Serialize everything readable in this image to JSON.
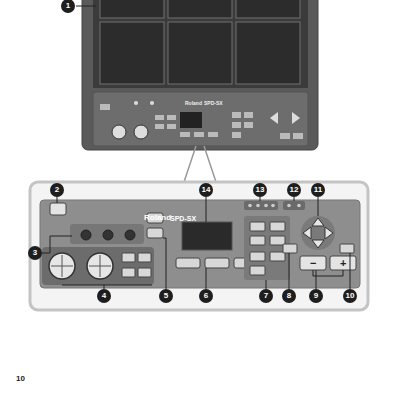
{
  "diagram": {
    "nodes": [
      {
        "text": [
          "1"
        ]
      },
      {
        "text": [
          "2"
        ]
      },
      {
        "text": [
          "3"
        ]
      },
      {
        "text": [
          "4"
        ]
      },
      {
        "text": [
          "5"
        ]
      },
      {
        "text": [
          "6"
        ]
      },
      {
        "text": [
          "7"
        ]
      },
      {
        "text": [
          "8"
        ]
      },
      {
        "text": [
          "9"
        ]
      },
      {
        "text": [
          "10"
        ]
      },
      {
        "text": [
          "11"
        ]
      },
      {
        "text": [
          "12"
        ]
      },
      {
        "text": [
          "13"
        ]
      },
      {
        "text": [
          "14"
        ]
      }
    ],
    "labels": [
      "Roland",
      "SPD-SX",
      "Roland",
      "SPD-SX",
      "−",
      "+",
      "10"
    ]
  }
}
